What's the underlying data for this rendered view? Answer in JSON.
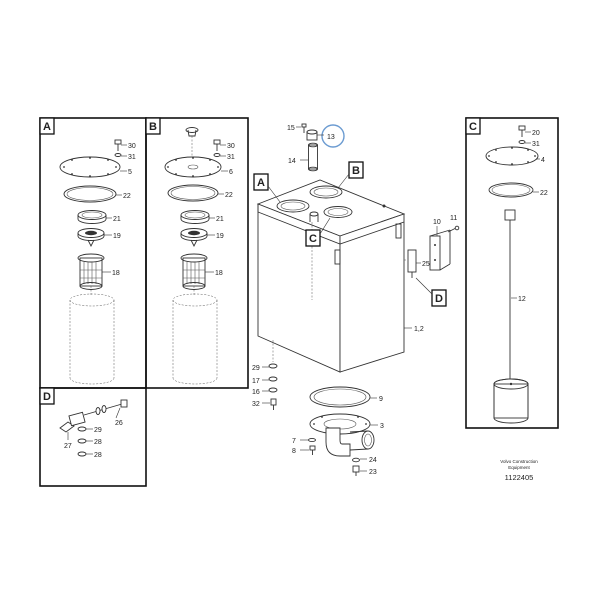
{
  "callouts": {
    "n1_2": "1,2",
    "n3": "3",
    "n4": "4",
    "n5": "5",
    "n6": "6",
    "n7": "7",
    "n8": "8",
    "n9": "9",
    "n10": "10",
    "n11": "11",
    "n12": "12",
    "n13": "13",
    "n14": "14",
    "n15": "15",
    "n16": "16",
    "n17": "17",
    "n18": "18",
    "n19": "19",
    "n20": "20",
    "n21": "21",
    "n22": "22",
    "n23": "23",
    "n24": "24",
    "n25": "25",
    "n26": "26",
    "n27": "27",
    "n28": "28",
    "n29": "29",
    "n30": "30",
    "n31": "31",
    "n32": "32"
  },
  "view_labels": {
    "a": "A",
    "b": "B",
    "c": "C",
    "d": "D"
  },
  "footer": {
    "company_line1": "Volvo Construction",
    "company_line2": "Equipment",
    "drawing_number": "1122405"
  },
  "colors": {
    "line": "#333333",
    "highlight": "#6b9bd1"
  }
}
